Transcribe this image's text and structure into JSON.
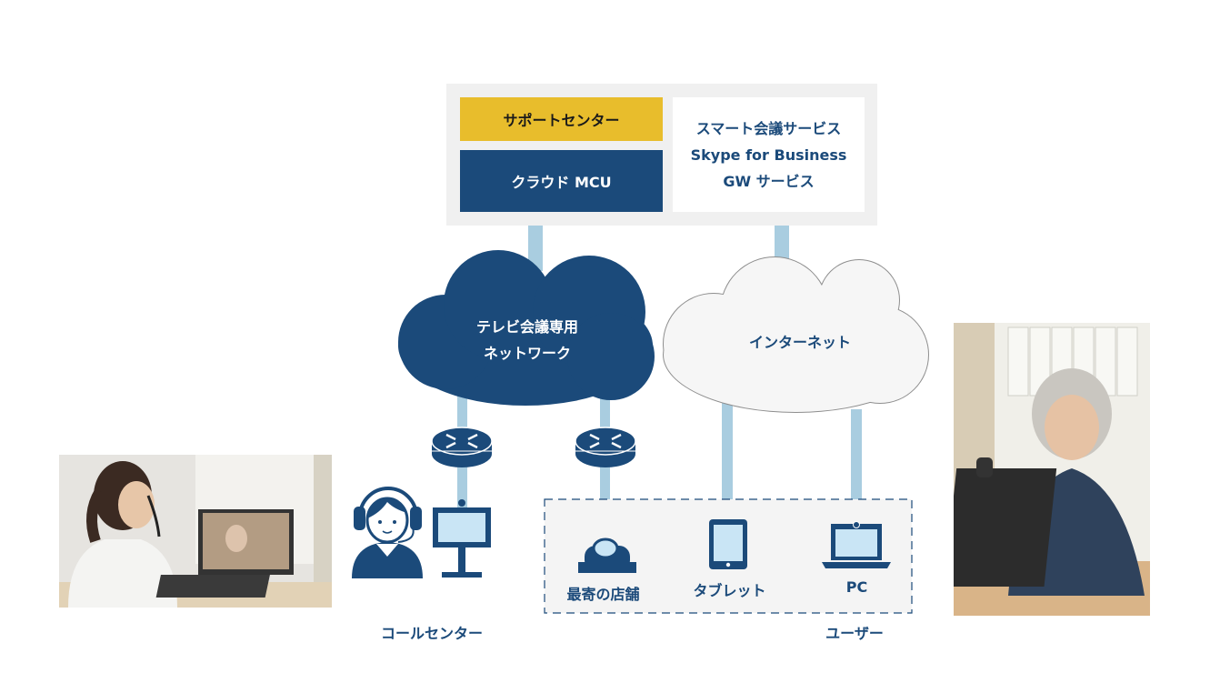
{
  "top_panel": {
    "support_center": "サポートセンター",
    "cloud_mcu": "クラウド MCU",
    "services": [
      "スマート会議サービス",
      "Skype for Business",
      "GW サービス"
    ]
  },
  "clouds": {
    "tv_network": [
      "テレビ会議専用",
      "ネットワーク"
    ],
    "internet": "インターネット"
  },
  "endpoints": {
    "store": "最寄の店舗",
    "tablet": "タブレット",
    "pc": "PC"
  },
  "groups": {
    "call_center": "コールセンター",
    "users": "ユーザー"
  },
  "colors": {
    "navy": "#1b4a7a",
    "yellow": "#e8bd2c",
    "line_blue": "#a9cde0",
    "panel_gray": "#f0f0f0"
  }
}
